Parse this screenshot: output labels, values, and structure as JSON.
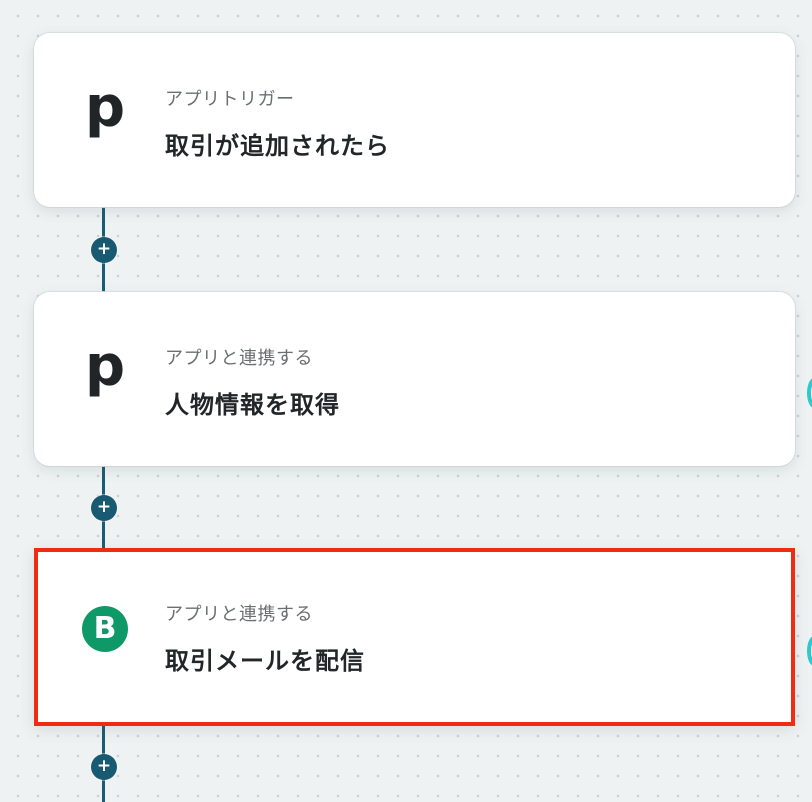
{
  "flow": {
    "steps": [
      {
        "icon": "pipedrive-p-icon",
        "icon_glyph": "p",
        "type_label": "アプリトリガー",
        "title": "取引が追加されたら",
        "selected": false
      },
      {
        "icon": "pipedrive-p-icon",
        "icon_glyph": "p",
        "type_label": "アプリと連携する",
        "title": "人物情報を取得",
        "selected": false
      },
      {
        "icon": "brevo-b-icon",
        "icon_glyph": "B",
        "type_label": "アプリと連携する",
        "title": "取引メールを配信",
        "selected": true
      }
    ],
    "add_button_glyph": "+",
    "colors": {
      "connector": "#1c5c73",
      "selection_border": "#ef2b12",
      "brevo_green": "#0f9868",
      "edge_handle": "#2fc8cf"
    }
  }
}
